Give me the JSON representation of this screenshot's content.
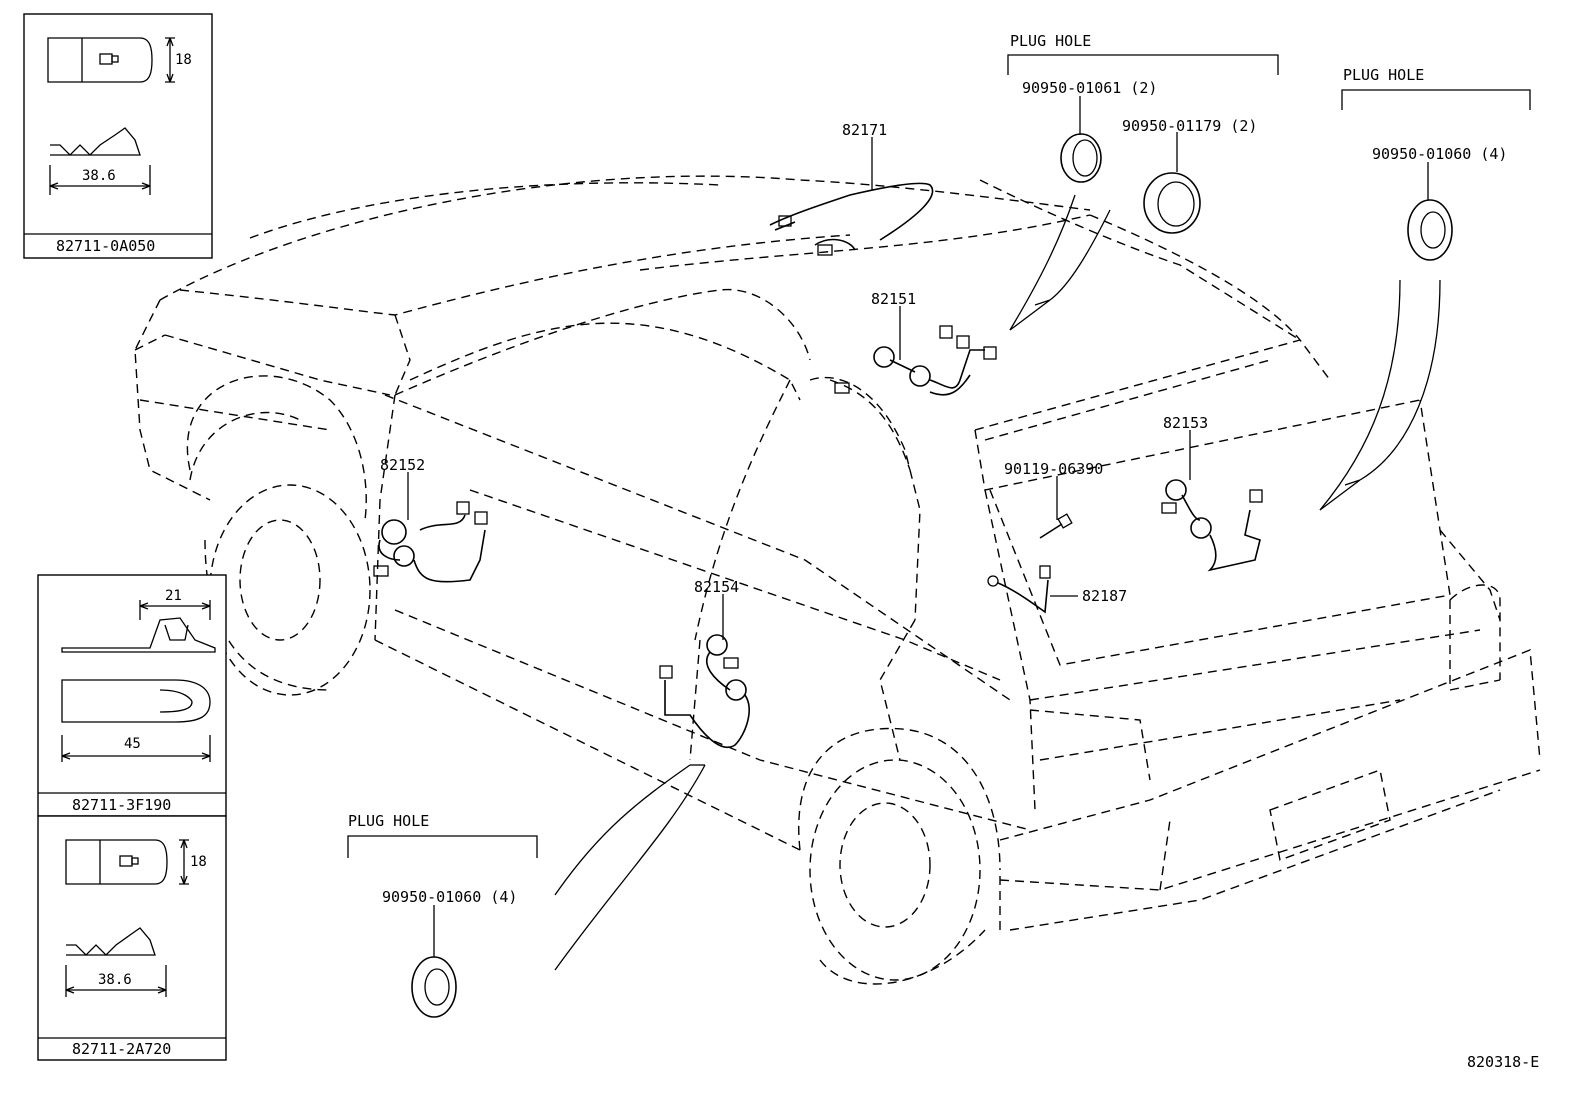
{
  "callouts": {
    "c82171": "82171",
    "c82151": "82151",
    "c82152": "82152",
    "c82153": "82153",
    "c82154": "82154",
    "c82187": "82187",
    "c90119": "90119-06390"
  },
  "plug_holes": {
    "label": "PLUG HOLE",
    "top_center_a": "90950-01061 (2)",
    "top_center_b": "90950-01179 (2)",
    "top_right": "90950-01060 (4)",
    "bottom": "90950-01060 (4)"
  },
  "clip_boxes": {
    "top_left": {
      "part_no": "82711-0A050",
      "height": "18",
      "length": "38.6"
    },
    "mid_left": {
      "part_no": "82711-3F190",
      "width": "21",
      "length": "45"
    },
    "bottom_left": {
      "part_no": "82711-2A720",
      "height": "18",
      "length": "38.6"
    }
  },
  "figure_id": "820318-E"
}
